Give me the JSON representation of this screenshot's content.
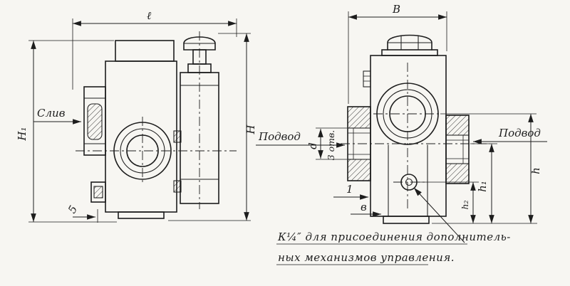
{
  "colors": {
    "line": "#1d1d1d",
    "bg": "#f7f6f2"
  },
  "drawing": {
    "left_view": {
      "dim_length": "ℓ",
      "dim_height_left": "H₁",
      "dim_height_right": "H",
      "dim_offset": "5",
      "port_label": "Слив"
    },
    "right_view": {
      "dim_width": "В",
      "port_label_left": "Подвод",
      "port_label_right": "Подвод",
      "dim_hole_diameter": "d",
      "holes_note": "3 отв.",
      "dim_one": "1",
      "dim_b_small": "в",
      "dim_h1": "h₁",
      "dim_h2": "h₂",
      "dim_h": "h"
    },
    "note_line1": "К¼″ для присоединения дополнитель-",
    "note_line2": "ных механизмов управления."
  }
}
